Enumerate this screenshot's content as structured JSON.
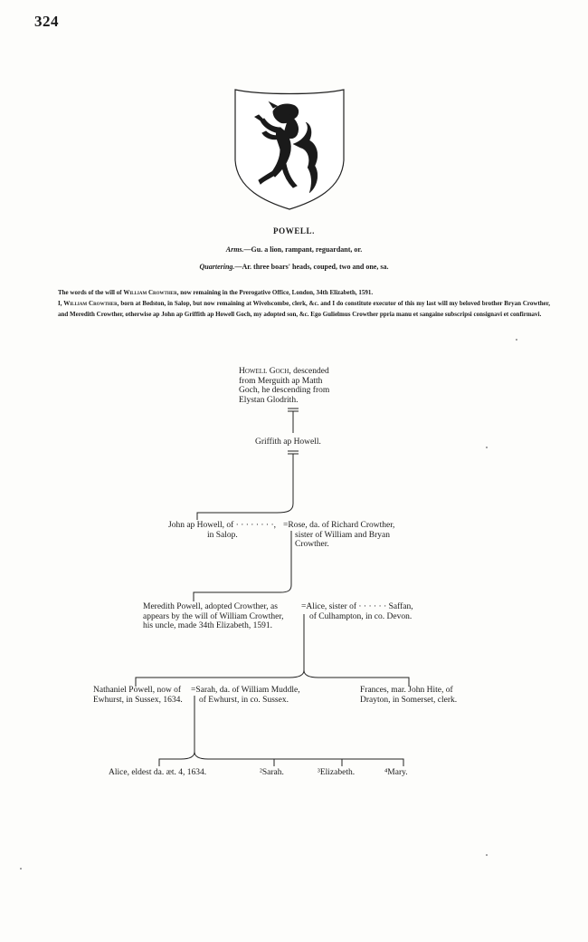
{
  "page_number": "324",
  "family_title": "POWELL.",
  "arms": {
    "label": "Arms.",
    "text": "—Gu. a lion, rampant, reguardant, or."
  },
  "quartering": {
    "label": "Quartering.",
    "text": "—Ar. three boars' heads, couped, two and one, sa."
  },
  "will": {
    "p1_before": "The words of the will of ",
    "p1_name": "William Crowther",
    "p1_after": ", now remaining in the Prerogative Office, London, 34th Elizabeth, 1591.",
    "p2_name": "I, William Crowther",
    "p2_after": ", born at Bedston, in Salop, but now remaining at Wivelscombe, clerk, &c. and I do constitute executor of this my last will my beloved brother Bryan Crowther, and Meredith Crowther, otherwise ap John ap Griffith ap Howell Goch, my adopted son, &c. Ego Gulielmus Crowther ppria manu et sangaine subscripsi consignavi et confirmavi."
  },
  "pedigree": {
    "howell": {
      "name": "Howell Goch",
      "lines": [
        ", descended",
        "from Merguith ap Matth",
        "Goch, he descending from",
        "Elystan Glodrith."
      ]
    },
    "griffith": "Griffith ap Howell.",
    "john": [
      "John ap Howell, of · · · · · · · ·,",
      "in Salop."
    ],
    "rose": [
      "=Rose, da. of Richard Crowther,",
      "sister of William and Bryan",
      "Crowther."
    ],
    "meredith": [
      "Meredith Powell, adopted Crowther, as",
      "appears by the will of William Crowther,",
      "his uncle, made 34th Elizabeth, 1591."
    ],
    "alice_wife": [
      "=Alice, sister of · · · · · · Saffan,",
      "of Culhampton, in co. Devon."
    ],
    "nathaniel": [
      "Nathaniel Powell, now of",
      "Ewhurst, in Sussex, 1634."
    ],
    "sarah_wife": [
      "=Sarah, da. of William Muddle,",
      "of Ewhurst, in co. Sussex."
    ],
    "frances": [
      "Frances, mar. John Hite, of",
      "Drayton, in Somerset, clerk."
    ],
    "children": [
      "Alice, eldest da. æt. 4, 1634.",
      "²Sarah.",
      "³Elizabeth.",
      "⁴Mary."
    ]
  }
}
